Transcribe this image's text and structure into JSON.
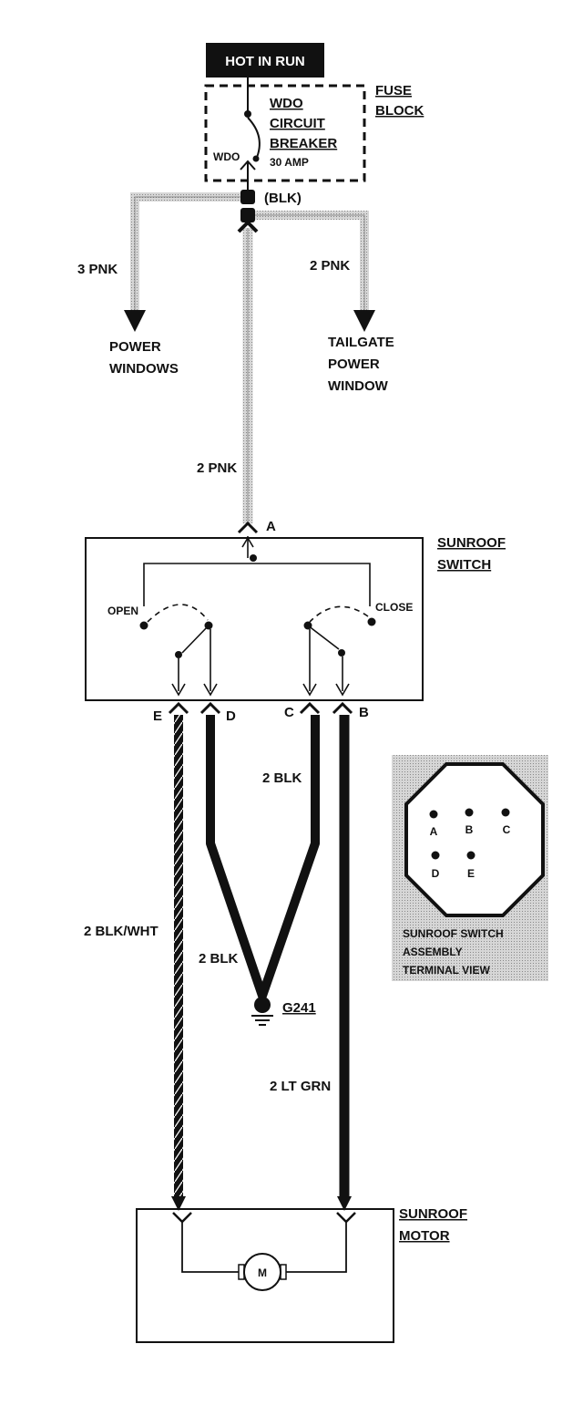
{
  "header": {
    "hot_in_run": "HOT IN RUN"
  },
  "fuse_block": {
    "label_line1": "FUSE",
    "label_line2": "BLOCK",
    "breaker_line1": "WDO",
    "breaker_line2": "CIRCUIT",
    "breaker_line3": "BREAKER",
    "rating": "30 AMP",
    "terminal": "WDO"
  },
  "connector": {
    "label": "(BLK)"
  },
  "branches": {
    "left_wire": "3 PNK",
    "left_dest_line1": "POWER",
    "left_dest_line2": "WINDOWS",
    "right_wire": "2 PNK",
    "right_dest_line1": "TAILGATE",
    "right_dest_line2": "POWER",
    "right_dest_line3": "WINDOW"
  },
  "feed_wire": "2 PNK",
  "switch": {
    "label_line1": "SUNROOF",
    "label_line2": "SWITCH",
    "terminal_a": "A",
    "open": "OPEN",
    "close": "CLOSE",
    "terminal_e": "E",
    "terminal_d": "D",
    "terminal_c": "C",
    "terminal_b": "B"
  },
  "wires": {
    "blk_top": "2 BLK",
    "blk_wht": "2 BLK/WHT",
    "blk_low": "2 BLK",
    "lt_grn": "2 LT GRN"
  },
  "ground": {
    "label": "G241"
  },
  "terminal_view": {
    "pins": [
      "A",
      "B",
      "C",
      "D",
      "E"
    ],
    "caption_line1": "SUNROOF SWITCH",
    "caption_line2": "ASSEMBLY",
    "caption_line3": "TERMINAL VIEW"
  },
  "motor": {
    "label_line1": "SUNROOF",
    "label_line2": "MOTOR",
    "symbol": "M"
  }
}
